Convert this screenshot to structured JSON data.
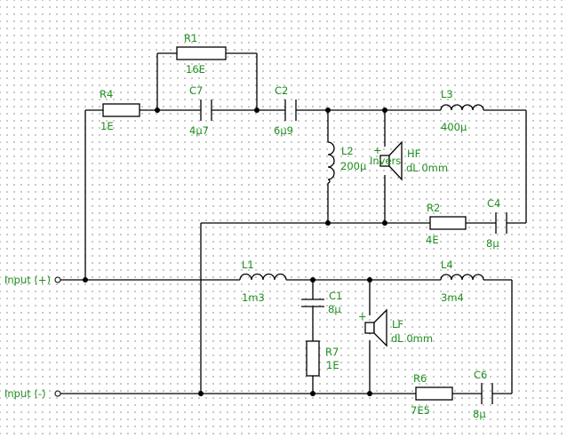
{
  "inputs": {
    "plus": "Input (+)",
    "minus": "Input (-)"
  },
  "components": {
    "R1": {
      "name": "R1",
      "value": "16E"
    },
    "R4": {
      "name": "R4",
      "value": "1E"
    },
    "C7": {
      "name": "C7",
      "value": "4µ7"
    },
    "C2": {
      "name": "C2",
      "value": "6µ9"
    },
    "L2": {
      "name": "L2",
      "value": "200µ"
    },
    "L3": {
      "name": "L3",
      "value": "400µ"
    },
    "R2": {
      "name": "R2",
      "value": "4E"
    },
    "C4": {
      "name": "C4",
      "value": "8µ"
    },
    "L1": {
      "name": "L1",
      "value": "1m3"
    },
    "C1": {
      "name": "C1",
      "value": "8µ"
    },
    "R7": {
      "name": "R7",
      "value": "1E"
    },
    "L4": {
      "name": "L4",
      "value": "3m4"
    },
    "R6": {
      "name": "R6",
      "value": "7E5"
    },
    "C6": {
      "name": "C6",
      "value": "8µ"
    }
  },
  "speakers": {
    "HF": {
      "name": "HF",
      "level": "dL 0mm",
      "note": "Invers",
      "polarity": "+"
    },
    "LF": {
      "name": "LF",
      "level": "dL 0mm",
      "polarity": "+"
    }
  }
}
